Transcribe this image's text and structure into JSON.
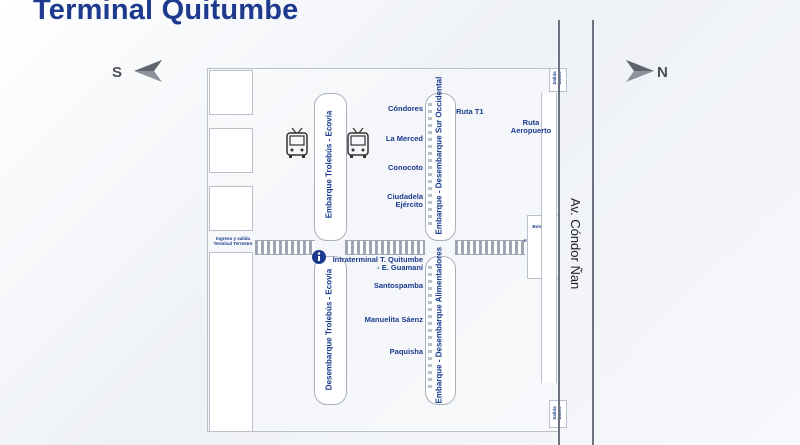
{
  "title": "Terminal Quitumbe",
  "compass": {
    "south": "S",
    "north": "N"
  },
  "road": "Av. Cóndor Ñan",
  "platforms": {
    "left_top": "Embarque Trolebús - Ecovía",
    "left_bottom": "Desembarque Trolebús - Ecovía",
    "right_top": "Embarque - Desembarque Sur Occidental",
    "right_bottom": "Embarque - Desembarque Alimentadores"
  },
  "destinations_top": [
    "Cóndores",
    "La Merced",
    "Conocoto",
    "Ciudadela Ejército"
  ],
  "destinations_bottom": [
    "Intraterminal T. Quitumbe - E. Guamaní",
    "Santospamba",
    "Manuelita Sáenz",
    "Paquisha"
  ],
  "labels": {
    "ruta_t1": "Ruta T1",
    "ruta_aeropuerto": "Ruta Aeropuerto",
    "ingreso_terminal": "Ingreso y salida Terminal Terrestre",
    "ingreso_usuarios": "Ingreso y salida de usuarios",
    "boleteria": "Boletería",
    "salida_top": "Salida buses",
    "salida_bottom": "Salida buses",
    "info": "i"
  },
  "icons": [
    "bus-icon",
    "bus-icon",
    "info-icon",
    "arrow-left-icon",
    "arrow-right-icon"
  ],
  "colors": {
    "brand": "#1d3a8f",
    "outline": "#a9b1bd"
  }
}
